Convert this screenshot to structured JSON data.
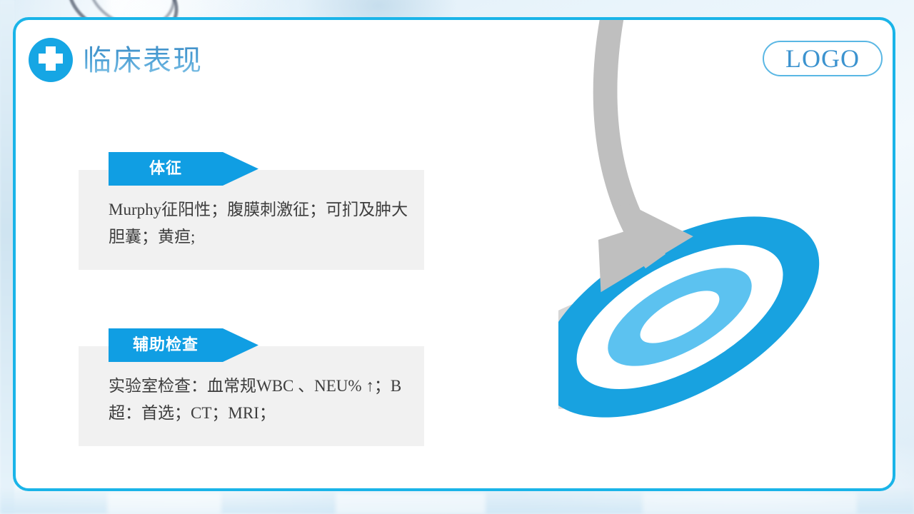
{
  "slide": {
    "header": {
      "title": "临床表现",
      "cross_icon": "medical-cross-icon",
      "logo_label": "LOGO",
      "title_color": "#4a9ed4",
      "accent_color": "#1ab4e8"
    },
    "blocks": [
      {
        "id": "signs",
        "banner_label": "体征",
        "banner_color": "#109ee3",
        "box_color": "#f1f1f1",
        "body": "Murphy征阳性；腹膜刺激征；可扪及肿大胆囊；黄疸;"
      },
      {
        "id": "exam",
        "banner_label": "辅助检查",
        "banner_color": "#109ee3",
        "box_color": "#f1f1f1",
        "body": "实验室检查：血常规WBC 、NEU% ↑；B超：首选；CT；MRI；"
      }
    ],
    "graphic": {
      "name": "bullseye-target-with-arrow",
      "ring_outer_color": "#18a2e0",
      "ring_inner_color": "#5cc2f0",
      "shadow_color": "#d4d4d4",
      "arrow_color": "#bfbfbf"
    }
  }
}
